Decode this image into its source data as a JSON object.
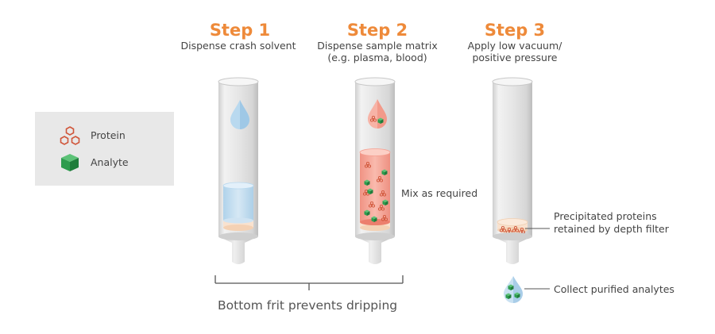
{
  "steps": [
    {
      "title": "Step 1",
      "subtitle": "Dispense crash solvent"
    },
    {
      "title": "Step 2",
      "subtitle_line1": "Dispense sample matrix",
      "subtitle_line2": "(e.g. plasma, blood)"
    },
    {
      "title": "Step 3",
      "subtitle_line1": "Apply low vacuum/",
      "subtitle_line2": "positive pressure"
    }
  ],
  "legend": {
    "protein_label": "Protein",
    "analyte_label": "Analyte"
  },
  "annotations": {
    "mix": "Mix as required",
    "precipitated_line1": "Precipitated proteins",
    "precipitated_line2": "retained by depth filter",
    "collect": "Collect purified analytes"
  },
  "bottom_caption": "Bottom frit prevents dripping",
  "colors": {
    "accent": "#ee8a3a",
    "protein": "#d0563a",
    "analyte": "#2e9c4e",
    "solvent": "#b9d9ef",
    "sample": "#f5a092",
    "frit": "#f9e2cf",
    "tube": "#d8d8d8"
  },
  "icons": [
    "protein-icon",
    "analyte-icon",
    "solvent-drop-icon",
    "sample-drop-icon",
    "eluate-drop-icon"
  ]
}
